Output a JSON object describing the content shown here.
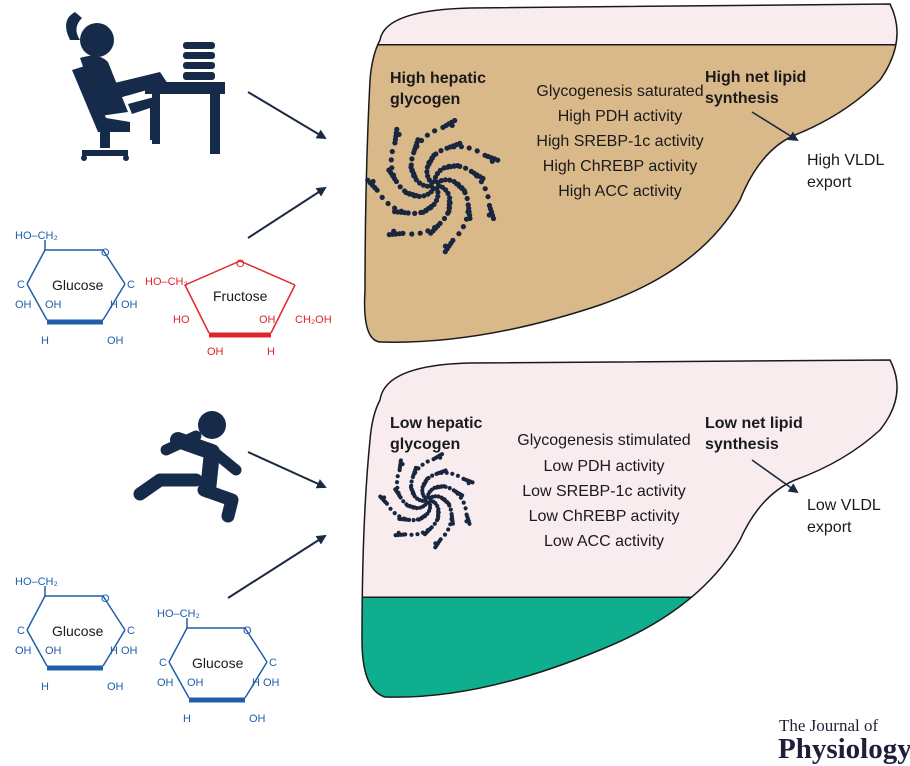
{
  "panels": {
    "top": {
      "glycogen_label": [
        "High hepatic",
        "glycogen"
      ],
      "activities": [
        "Glycogenesis saturated",
        "High PDH activity",
        "High SREBP-1c activity",
        "High ChREBP activity",
        "High ACC activity"
      ],
      "lipid_label": [
        "High net lipid",
        "synthesis"
      ],
      "export_label": [
        "High VLDL",
        "export"
      ],
      "sugars": [
        "Glucose",
        "Fructose"
      ],
      "liver_fill_level": 0.88,
      "liver_fill_color": "#d9b98a"
    },
    "bottom": {
      "glycogen_label": [
        "Low hepatic",
        "glycogen"
      ],
      "activities": [
        "Glycogenesis stimulated",
        "Low PDH activity",
        "Low SREBP-1c activity",
        "Low ChREBP activity",
        "Low ACC activity"
      ],
      "lipid_label": [
        "Low net lipid",
        "synthesis"
      ],
      "export_label": [
        "Low VLDL",
        "export"
      ],
      "sugars": [
        "Glucose",
        "Glucose"
      ],
      "liver_fill_level": 0.3,
      "liver_fill_color": "#0fae8f"
    }
  },
  "chem_labels": {
    "ho_ch2": "HO–CH₂",
    "ch2oh": "CH₂OH",
    "oh": "OH",
    "ho": "HO",
    "h": "H",
    "c": "C",
    "o": "O"
  },
  "colors": {
    "liver_background": "#f9ecee",
    "glucose": "#1f5fa8",
    "fructose": "#e0242b",
    "glycogen_dots": "#18263f",
    "person_icon": "#162a4a"
  },
  "icons": {
    "sedentary": "person-at-desk-icon",
    "active": "running-person-icon"
  },
  "logo": {
    "line1": "The Journal of",
    "line2": "Physiology"
  }
}
